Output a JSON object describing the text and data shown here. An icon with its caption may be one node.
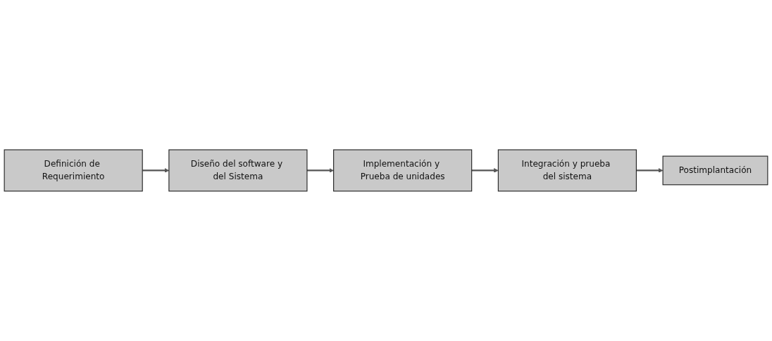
{
  "diagram": {
    "nodes": [
      {
        "text": [
          "Definición de Requerimiento"
        ]
      },
      {
        "text": [
          "Diseño del software y del Sistema"
        ]
      },
      {
        "text": [
          "Implementación y Prueba de unidades"
        ]
      },
      {
        "text": [
          "Integración y prueba del sistema"
        ]
      },
      {
        "text": [
          "Postimplantación"
        ]
      }
    ],
    "edges": [
      {
        "from": 0,
        "to": 1,
        "arrow": "to"
      },
      {
        "from": 1,
        "to": 2,
        "arrow": "to"
      },
      {
        "from": 2,
        "to": 3,
        "arrow": "to"
      },
      {
        "from": 3,
        "to": 4,
        "arrow": "to"
      }
    ]
  }
}
